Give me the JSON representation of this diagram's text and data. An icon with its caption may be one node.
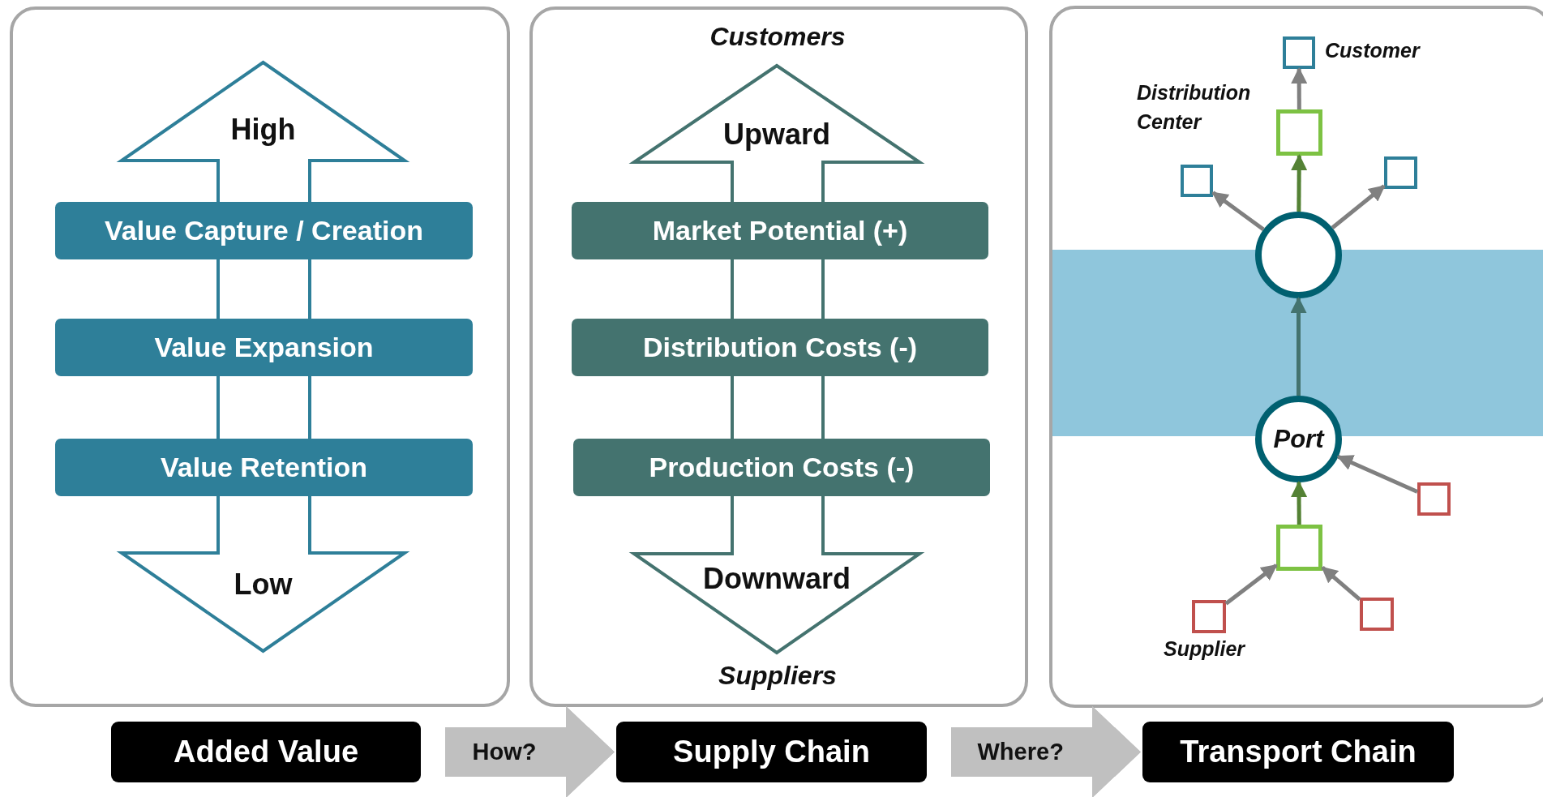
{
  "diagram": {
    "nodes": [
      {
        "text": [],
        "shape": "box"
      },
      {
        "text": [],
        "shape": "box"
      },
      {
        "text": [],
        "shape": "box"
      },
      {
        "text": [
          "High",
          "Low"
        ],
        "in": 0
      },
      {
        "text": [
          "Value Capture / Creation"
        ],
        "in": 0
      },
      {
        "text": [
          "Value Expansion"
        ],
        "in": 0
      },
      {
        "text": [
          "Value Retention"
        ],
        "in": 0
      },
      {
        "text": [
          "Upward",
          "Downward"
        ],
        "beside": [
          "Customers",
          "Suppliers"
        ],
        "in": 1
      },
      {
        "text": [
          "Market Potential (+)"
        ],
        "in": 1
      },
      {
        "text": [
          "Distribution Costs (-)"
        ],
        "in": 1
      },
      {
        "text": [
          "Production Costs (-)"
        ],
        "in": 1
      },
      {
        "text": [],
        "shape": "box",
        "beside": [
          "Customer"
        ],
        "in": 2
      },
      {
        "text": [],
        "shape": "box",
        "beside": [
          "Distribution Center"
        ],
        "in": 2
      },
      {
        "text": [],
        "shape": "box",
        "in": 2
      },
      {
        "text": [],
        "shape": "box",
        "in": 2
      },
      {
        "text": [],
        "shape": "circle",
        "in": 2
      },
      {
        "text": [
          "Port"
        ],
        "in": 2
      },
      {
        "text": [],
        "shape": "box",
        "in": 2
      },
      {
        "text": [],
        "shape": "box",
        "in": 2
      },
      {
        "text": [],
        "shape": "box",
        "beside": [
          "Supplier"
        ],
        "in": 2
      },
      {
        "text": [],
        "shape": "box",
        "in": 2
      },
      {
        "text": [
          "Added Value"
        ]
      },
      {
        "text": [
          "Supply Chain"
        ]
      },
      {
        "text": [
          "Transport Chain"
        ]
      }
    ],
    "edges": [
      {
        "from": 12,
        "to": 11,
        "arrow": "to"
      },
      {
        "from": 15,
        "to": 12,
        "arrow": "to",
        "color": "#548235"
      },
      {
        "from": 15,
        "to": 13,
        "arrow": "to"
      },
      {
        "from": 15,
        "to": 14,
        "arrow": "to"
      },
      {
        "from": 16,
        "to": 15,
        "arrow": "to",
        "color": "#44736f"
      },
      {
        "from": 17,
        "to": 16,
        "arrow": "to"
      },
      {
        "from": 18,
        "to": 16,
        "arrow": "to",
        "color": "#548235"
      },
      {
        "from": 19,
        "to": 18,
        "arrow": "to"
      },
      {
        "from": 20,
        "to": 18,
        "arrow": "to"
      },
      {
        "from": 21,
        "to": 22,
        "arrow": "to",
        "label": "How?",
        "style": "thick",
        "color": "#c0c0c0"
      },
      {
        "from": 22,
        "to": 23,
        "arrow": "to",
        "label": "Where?",
        "style": "thick",
        "color": "#c0c0c0"
      }
    ]
  }
}
